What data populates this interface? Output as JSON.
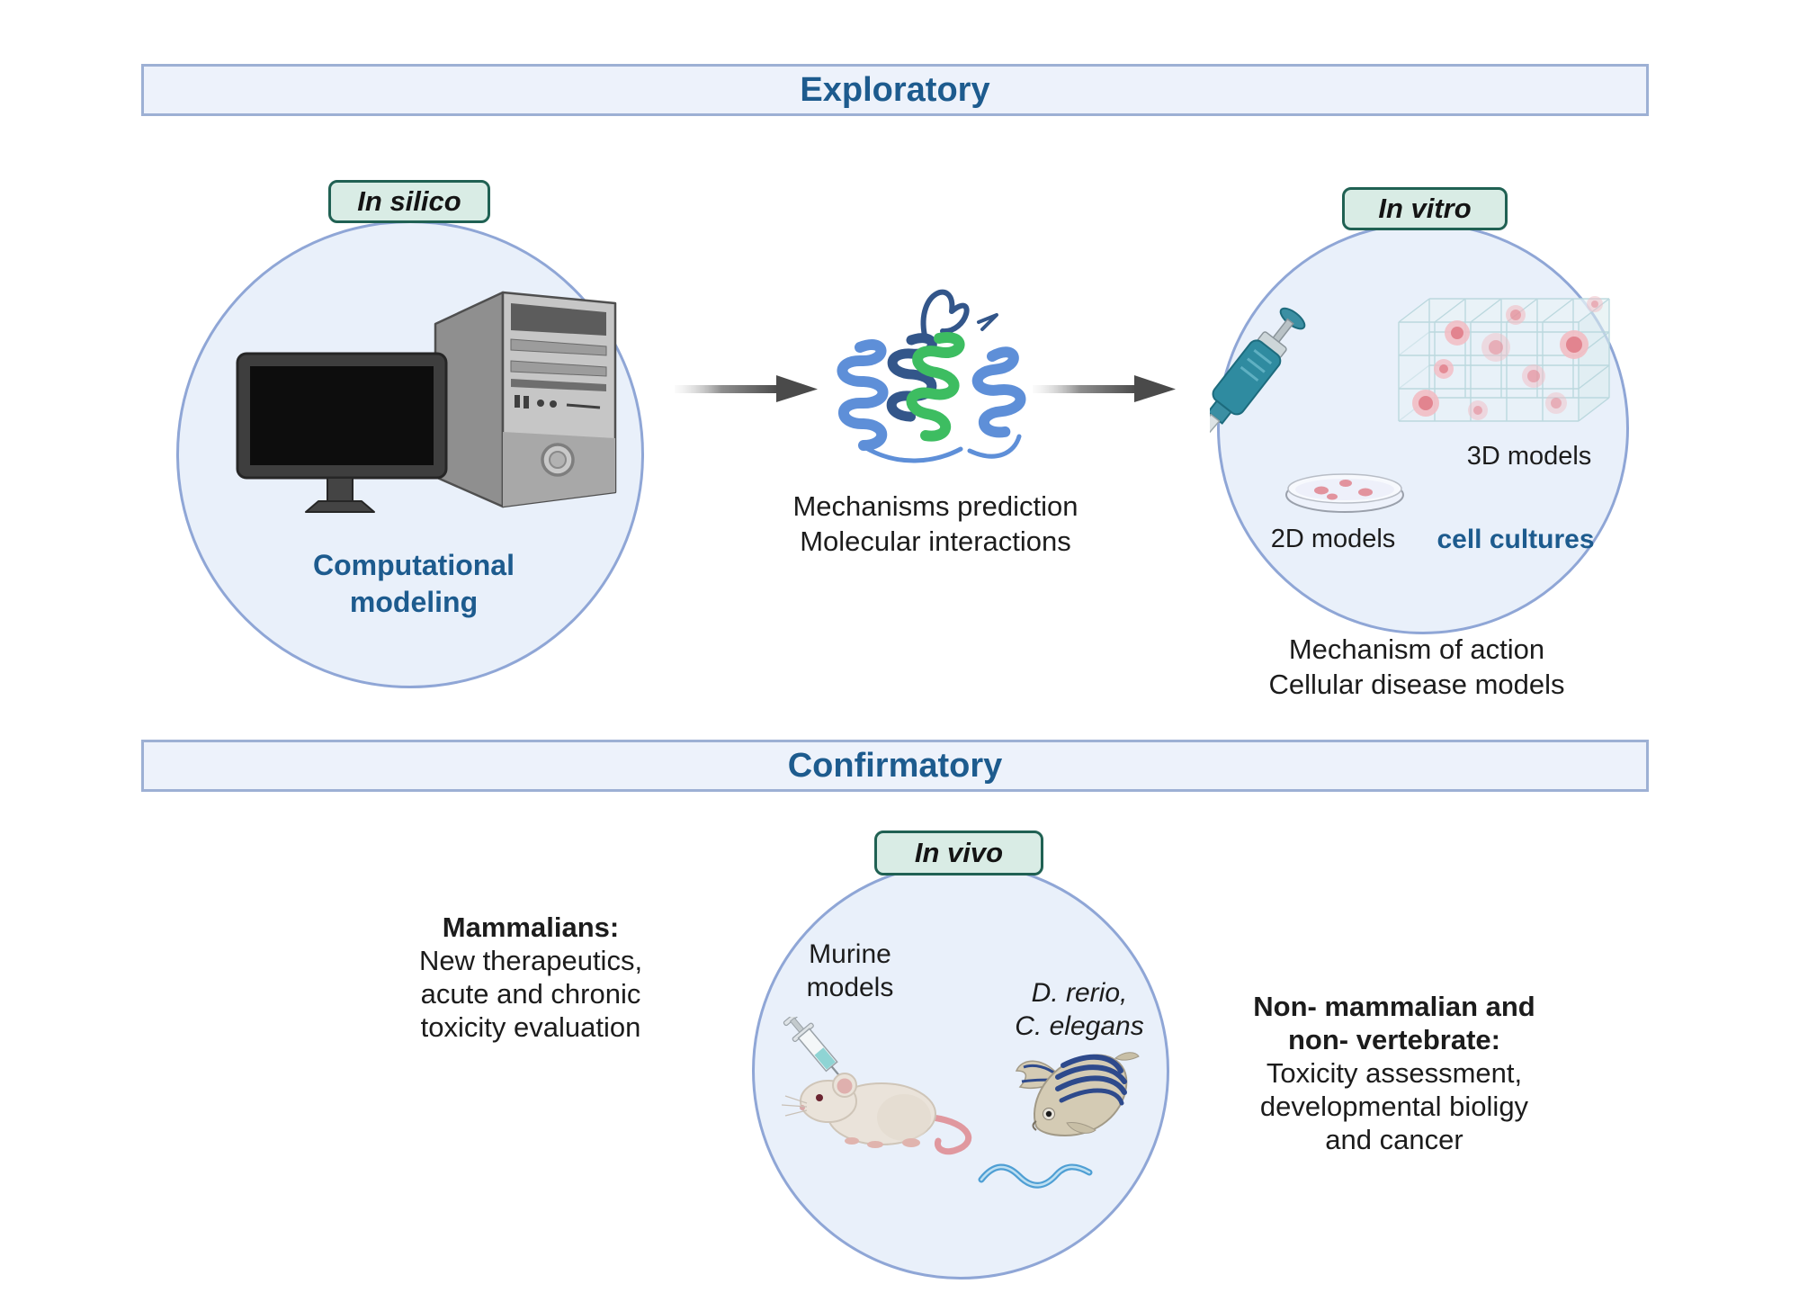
{
  "banners": {
    "exploratory": "Exploratory",
    "confirmatory": "Confirmatory"
  },
  "in_silico": {
    "tag": "In silico",
    "caption_lines": [
      "Computational",
      "modeling"
    ],
    "icon": "desktop-computer-icon"
  },
  "mechanisms": {
    "lines": [
      "Mechanisms prediction",
      "Molecular interactions"
    ],
    "icon": "protein-structure-icon"
  },
  "in_vitro": {
    "tag": "In vitro",
    "label_2d": "2D models",
    "label_3d": "3D models",
    "label_cultures": "cell cultures",
    "caption_lines": [
      "Mechanism of action",
      "Cellular disease models"
    ],
    "icons": [
      "pipette-icon",
      "petri-dish-icon",
      "cell-grid-3d-icon"
    ]
  },
  "in_vivo": {
    "tag": "In vivo",
    "murine_lines": [
      "Murine",
      "models"
    ],
    "species_lines": [
      "D. rerio,",
      "C. elegans"
    ],
    "mammalians": {
      "heading": "Mammalians:",
      "lines": [
        "New therapeutics,",
        "acute and chronic",
        "toxicity evaluation"
      ]
    },
    "non_mammalian": {
      "heading_lines": [
        "Non- mammalian and",
        "non- vertebrate:"
      ],
      "lines": [
        "Toxicity assessment,",
        "developmental bioligy",
        "and cancer"
      ]
    },
    "icons": [
      "syringe-icon",
      "mouse-icon",
      "zebrafish-icon",
      "worm-icon"
    ]
  },
  "colors": {
    "banner_bg": "#edf2fb",
    "banner_border": "#9db0d4",
    "accent_blue": "#1d5b8e",
    "circle_bg": "#e9f0fa",
    "circle_border": "#8fa6d6",
    "tag_bg": "#d9ece5",
    "tag_border": "#206153",
    "protein_blue": "#5e8fd8",
    "protein_dark": "#33568a",
    "protein_green": "#3dbd61",
    "arrow_gray": "#4a4a4a",
    "cell_pink": "#e2848f",
    "pipette_teal": "#2f8ba0"
  }
}
